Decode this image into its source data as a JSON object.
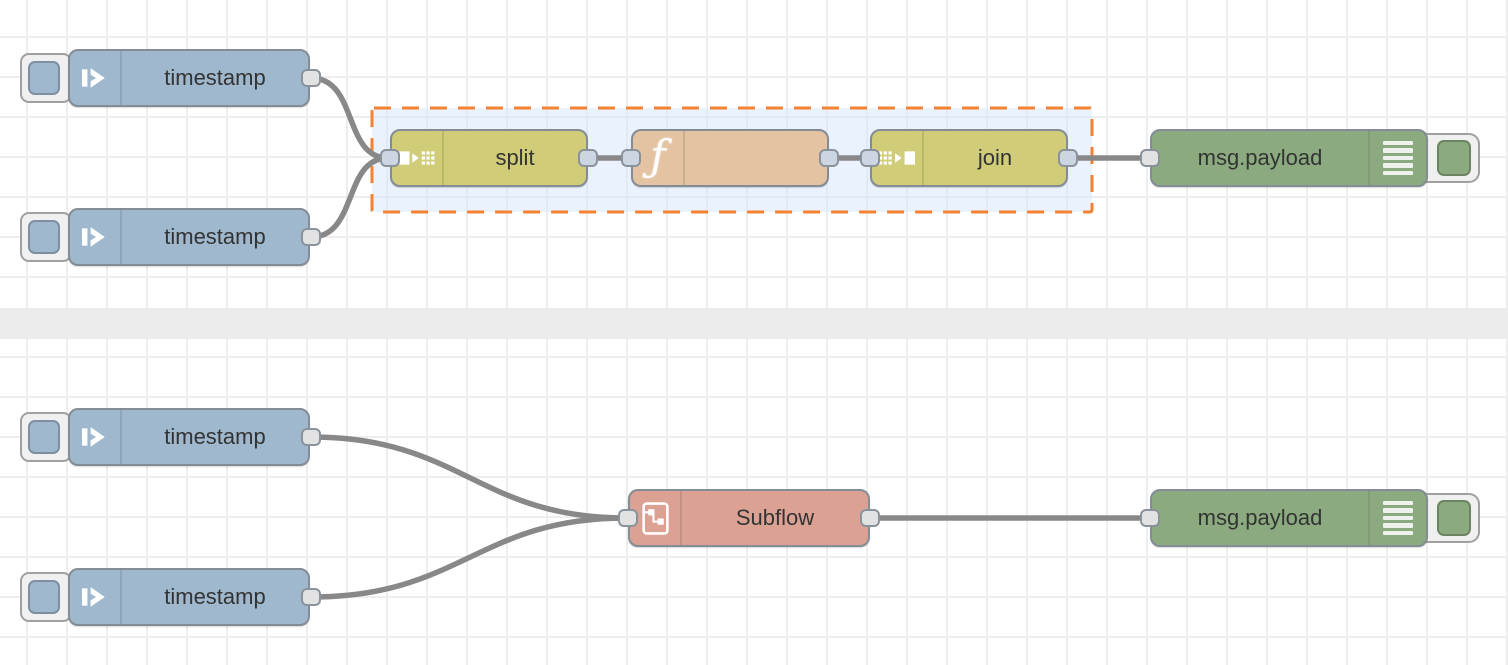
{
  "app": {
    "name": "flow-editor-workspace"
  },
  "colors": {
    "inject": "#a0b8cd",
    "split_join": "#d0cc78",
    "function": "#e4c3a2",
    "debug": "#8caa7f",
    "subflow": "#dba294",
    "group_border": "#f58231",
    "group_fill": "rgba(208,228,250,0.45)",
    "wire": "#888888",
    "node_border": "#848c96",
    "label": "#333333",
    "band": "#ececec",
    "grid": "#eeeeee"
  },
  "group": {
    "state": "selected"
  },
  "icons": {
    "inject": "arrow-in-icon",
    "split": "split-icon",
    "function": "function-f-icon",
    "function_glyph": "ƒ",
    "join": "join-icon",
    "debug": "list-lines-icon",
    "subflow": "subflow-icon"
  },
  "nodes": {
    "inject_top_1": {
      "type": "inject",
      "label": "timestamp"
    },
    "inject_top_2": {
      "type": "inject",
      "label": "timestamp"
    },
    "split": {
      "type": "split",
      "label": "split"
    },
    "function": {
      "type": "function",
      "label": ""
    },
    "join": {
      "type": "join",
      "label": "join"
    },
    "debug_top": {
      "type": "debug",
      "label": "msg.payload"
    },
    "inject_bottom_1": {
      "type": "inject",
      "label": "timestamp"
    },
    "inject_bottom_2": {
      "type": "inject",
      "label": "timestamp"
    },
    "subflow": {
      "type": "subflow",
      "label": "Subflow"
    },
    "debug_bottom": {
      "type": "debug",
      "label": "msg.payload"
    }
  }
}
